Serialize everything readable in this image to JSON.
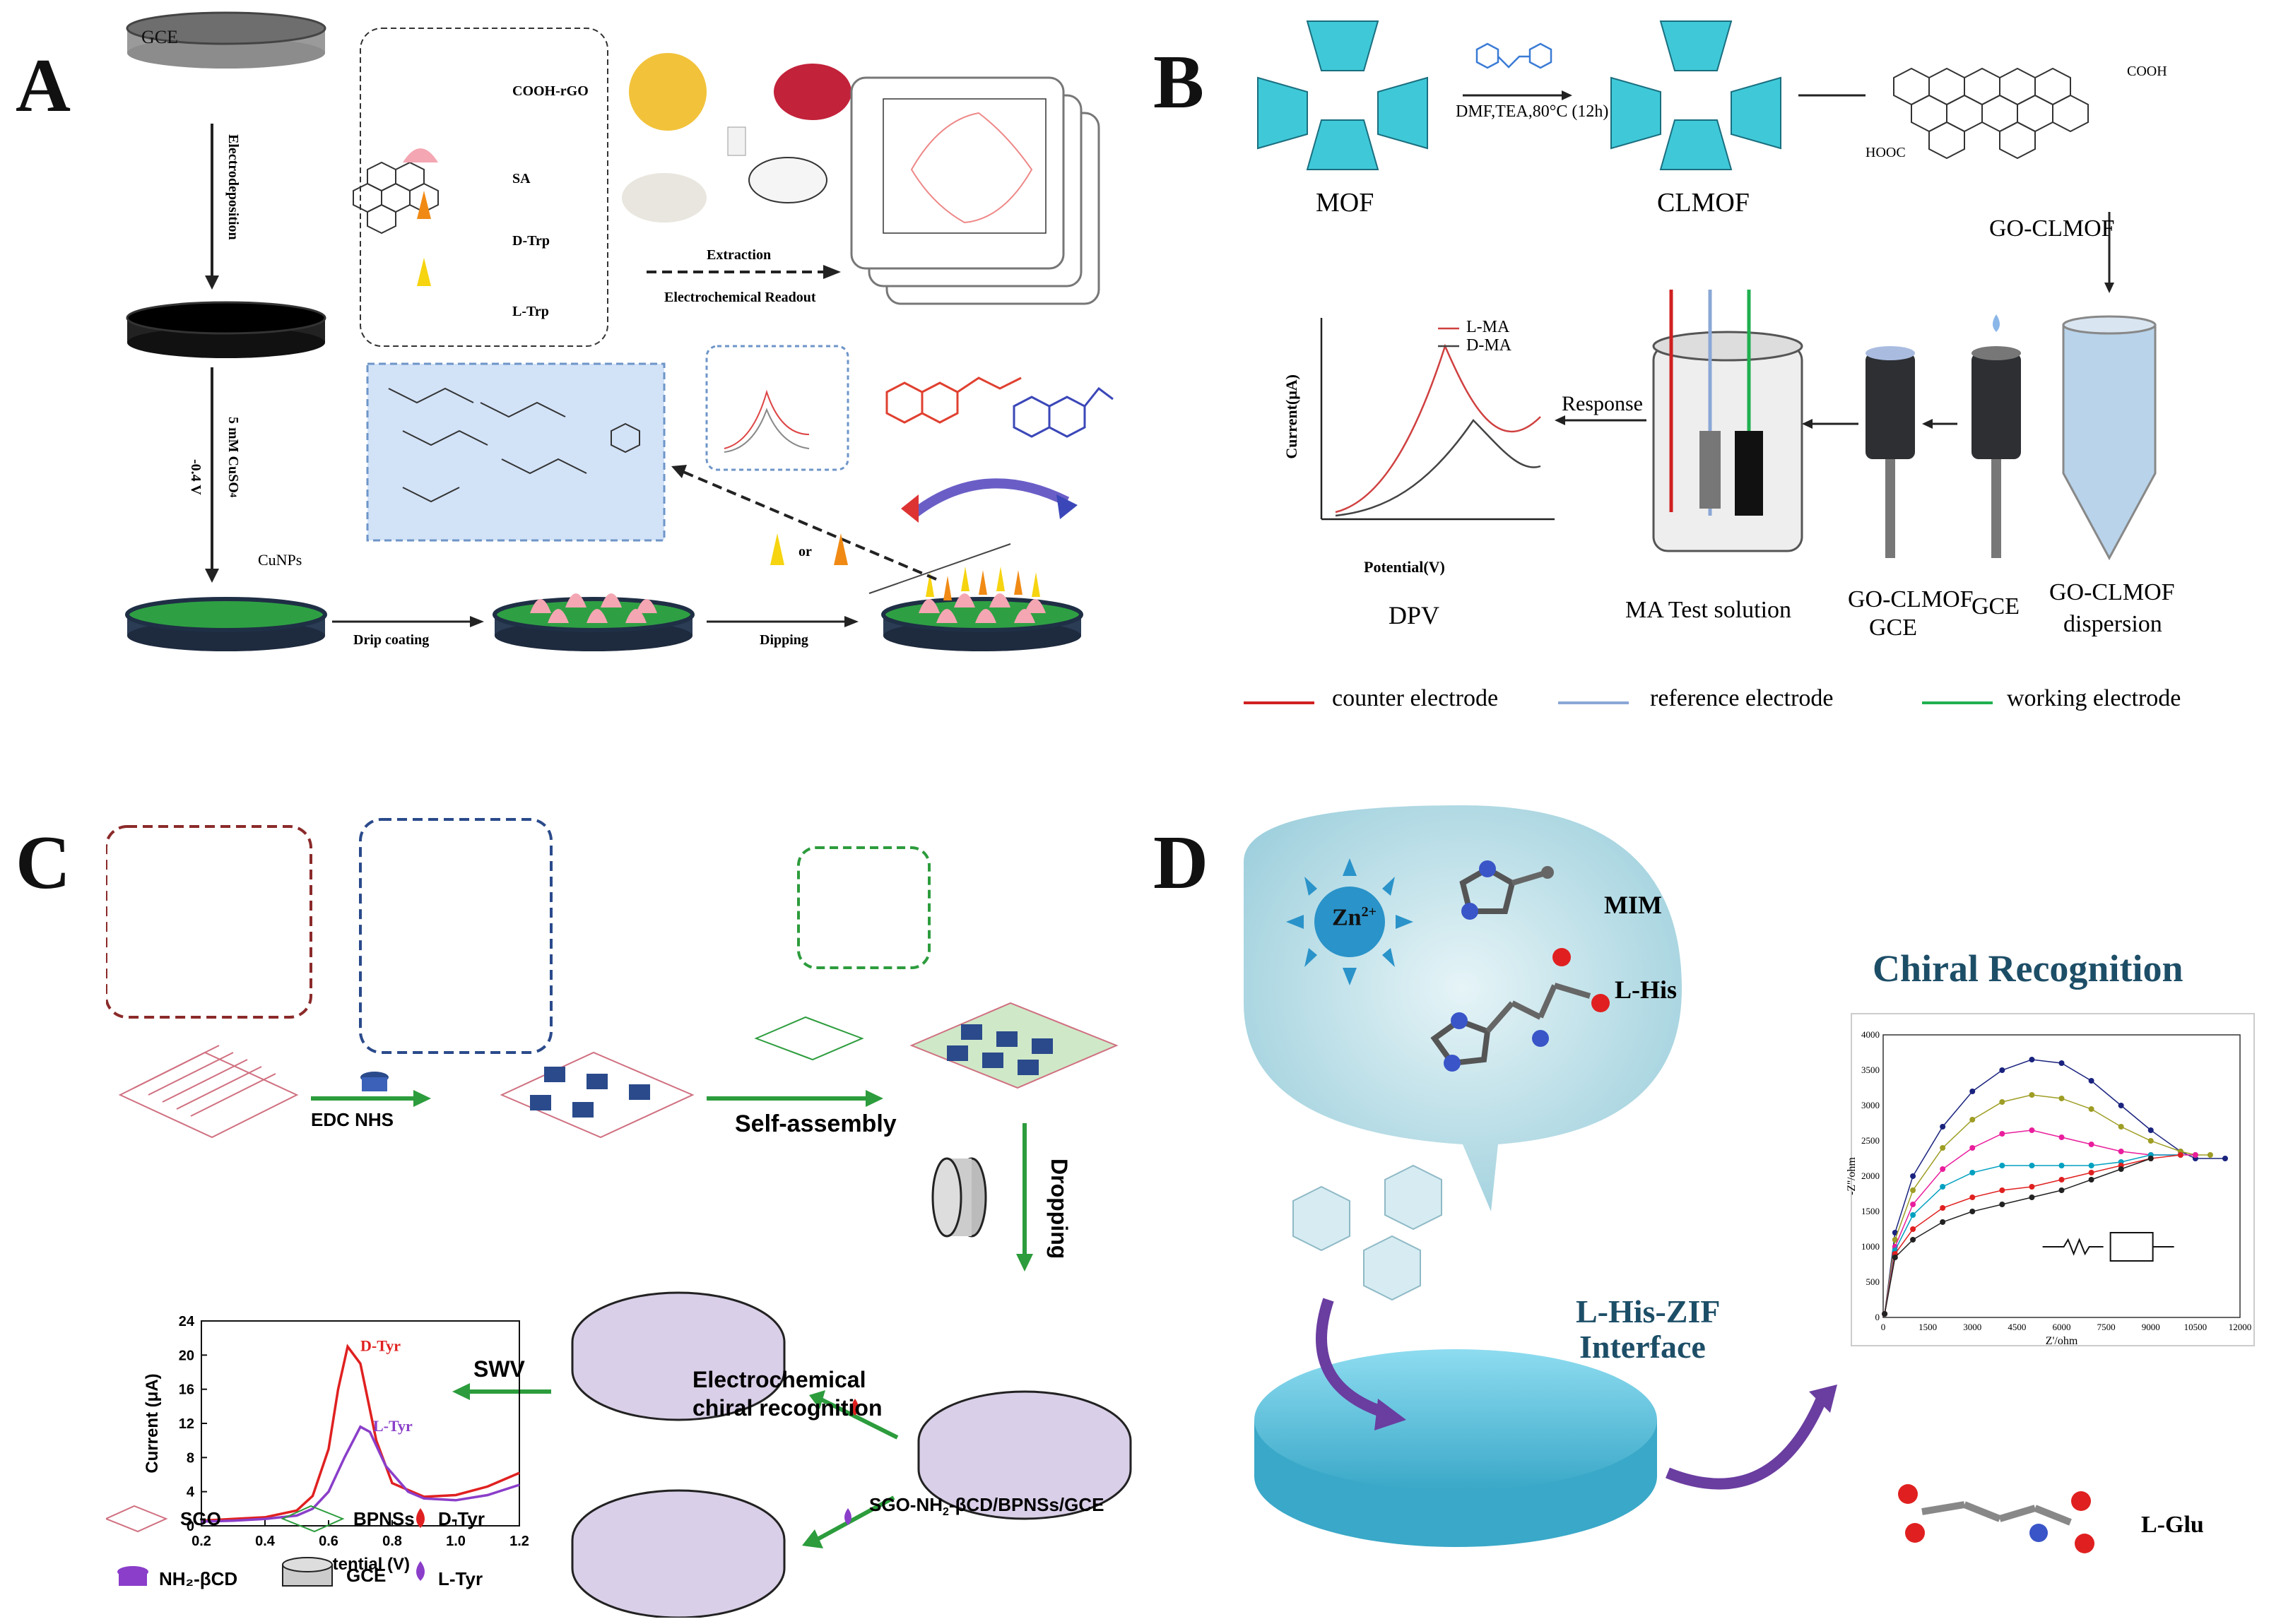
{
  "panel_letters": {
    "a": "A",
    "b": "B",
    "c": "C",
    "d": "D"
  },
  "panel_a": {
    "gce": "GCE",
    "electrodeposition": "Electrodeposition",
    "cuso4": "5 mM CuSO",
    "cuso4_sub": "4",
    "potential": "-0.4 V",
    "cunps": "CuNPs",
    "drip": "Drip coating",
    "dipping": "Dipping",
    "or": "or",
    "extraction": "Extraction",
    "readout": "Electrochemical Readout",
    "legend": [
      "COOH-rGO",
      "SA",
      "D-Trp",
      "L-Trp"
    ]
  },
  "panel_b": {
    "mof": "MOF",
    "clmof": "CLMOF",
    "gocl": "GO-CLMOF",
    "conditions": "DMF,TEA,80°C (12h)",
    "cooh": "COOH",
    "hooc": "HOOC",
    "response": "Response",
    "ylabel": "Current(μA)",
    "xlabel": "Potential(V)",
    "dpv": "DPV",
    "lma": "L-MA",
    "dma": "D-MA",
    "ma_test": "MA Test solution",
    "gocl_gce_1": "GO-CLMOF",
    "gocl_gce_2": "GCE",
    "gce": "GCE",
    "disp_1": "GO-CLMOF",
    "disp_2": "dispersion",
    "counter": "counter electrode",
    "reference": "reference electrode",
    "working": "working electrode"
  },
  "panel_c": {
    "edc": "EDC NHS",
    "self": "Self-assembly",
    "dropping": "Dropping",
    "echem_1": "Electrochemical",
    "echem_2": "chiral recognition",
    "swv": "SWV",
    "electrode": "SGO-NH",
    "electrode_sub": "2",
    "electrode_rest": "-βCD/BPNSs/GCE",
    "legend": [
      "SGO",
      "BPNSs",
      "D-Tyr",
      "NH₂-βCD",
      "GCE",
      "L-Tyr"
    ]
  },
  "panel_d": {
    "zn": "Zn",
    "zn_sup": "2+",
    "mim": "MIM",
    "lhis": "L-His",
    "chiral": "Chiral Recognition",
    "zif_1": "L-His-ZIF",
    "zif_2": "Interface",
    "lglu": "L-Glu",
    "ylabel": "-Z''/ohm",
    "xlabel": "Z'/ohm"
  },
  "chart_data": [
    {
      "id": "panel_c_swv",
      "type": "line",
      "title": "",
      "xlabel": "Potential (V)",
      "ylabel": "Current (μA)",
      "xlim": [
        0.2,
        1.2
      ],
      "ylim": [
        0,
        24
      ],
      "xticks": [
        "0.2",
        "0.4",
        "0.6",
        "0.8",
        "1.0",
        "1.2"
      ],
      "yticks": [
        "0",
        "4",
        "8",
        "12",
        "16",
        "20",
        "24"
      ],
      "series": [
        {
          "name": "D-Tyr",
          "color": "#e02020",
          "x": [
            0.2,
            0.3,
            0.4,
            0.5,
            0.55,
            0.6,
            0.63,
            0.66,
            0.7,
            0.75,
            0.8,
            0.9,
            1.0,
            1.1,
            1.2
          ],
          "y": [
            0.6,
            0.8,
            1.0,
            1.8,
            3.5,
            9.0,
            16.0,
            21.0,
            19.0,
            10.0,
            5.0,
            3.4,
            3.6,
            4.6,
            6.2
          ]
        },
        {
          "name": "L-Tyr",
          "color": "#8a3ec9",
          "x": [
            0.2,
            0.3,
            0.4,
            0.5,
            0.55,
            0.6,
            0.65,
            0.7,
            0.73,
            0.78,
            0.85,
            0.9,
            1.0,
            1.1,
            1.2
          ],
          "y": [
            0.5,
            0.6,
            0.8,
            1.2,
            2.0,
            4.0,
            8.0,
            11.6,
            11.0,
            7.0,
            4.0,
            3.2,
            3.0,
            3.6,
            4.8
          ]
        }
      ]
    },
    {
      "id": "panel_d_nyquist",
      "type": "scatter",
      "title": "",
      "xlabel": "Z'/ohm",
      "ylabel": "-Z''/ohm",
      "xlim": [
        0,
        12000
      ],
      "ylim": [
        0,
        4000
      ],
      "xticks": [
        "0",
        "1500",
        "3000",
        "4500",
        "6000",
        "7500",
        "9000",
        "10500",
        "12000"
      ],
      "yticks": [
        "0",
        "500",
        "1000",
        "1500",
        "2000",
        "2500",
        "3000",
        "3500",
        "4000"
      ],
      "series": [
        {
          "color": "#1a237e",
          "x": [
            50,
            400,
            1000,
            2000,
            3000,
            4000,
            5000,
            6000,
            7000,
            8000,
            9000,
            10000,
            10500,
            11500
          ],
          "y": [
            50,
            1200,
            2000,
            2700,
            3200,
            3500,
            3650,
            3600,
            3350,
            3000,
            2650,
            2350,
            2250,
            2250
          ]
        },
        {
          "color": "#9e9d24",
          "x": [
            50,
            400,
            1000,
            2000,
            3000,
            4000,
            5000,
            6000,
            7000,
            8000,
            9000,
            10000,
            10500,
            11000
          ],
          "y": [
            50,
            1100,
            1800,
            2400,
            2800,
            3050,
            3150,
            3100,
            2950,
            2700,
            2500,
            2350,
            2300,
            2300
          ]
        },
        {
          "color": "#e91e9c",
          "x": [
            50,
            400,
            1000,
            2000,
            3000,
            4000,
            5000,
            6000,
            7000,
            8000,
            9000,
            10000,
            10500
          ],
          "y": [
            50,
            1000,
            1600,
            2100,
            2400,
            2600,
            2650,
            2550,
            2450,
            2350,
            2300,
            2300,
            2300
          ]
        },
        {
          "color": "#00a0c0",
          "x": [
            50,
            400,
            1000,
            2000,
            3000,
            4000,
            5000,
            6000,
            7000,
            8000,
            9000,
            10000
          ],
          "y": [
            50,
            950,
            1450,
            1850,
            2050,
            2150,
            2150,
            2150,
            2150,
            2200,
            2300,
            2300
          ]
        },
        {
          "color": "#e02020",
          "x": [
            50,
            400,
            1000,
            2000,
            3000,
            4000,
            5000,
            6000,
            7000,
            8000,
            9000,
            10000
          ],
          "y": [
            50,
            900,
            1250,
            1550,
            1700,
            1800,
            1850,
            1950,
            2050,
            2150,
            2250,
            2300
          ]
        },
        {
          "color": "#222222",
          "x": [
            50,
            400,
            1000,
            2000,
            3000,
            4000,
            5000,
            6000,
            7000,
            8000,
            9000
          ],
          "y": [
            50,
            850,
            1100,
            1350,
            1500,
            1600,
            1700,
            1800,
            1950,
            2100,
            2250
          ]
        }
      ]
    }
  ]
}
